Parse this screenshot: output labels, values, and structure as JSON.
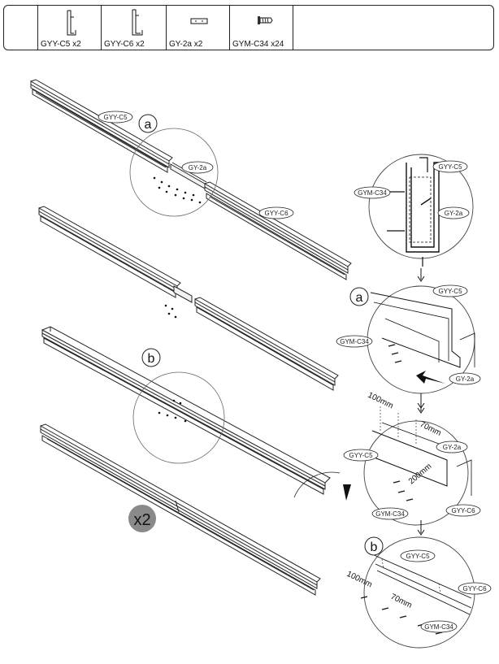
{
  "parts": [
    {
      "code": "GYY-C5  x2",
      "icon": "tall-bracket-icon"
    },
    {
      "code": "GYY-C6  x2",
      "icon": "tall-bracket-icon"
    },
    {
      "code": "GY-2a  x2",
      "icon": "connector-plate-icon"
    },
    {
      "code": "GYM-C34  x24",
      "icon": "screw-icon"
    }
  ],
  "labels": {
    "c5": "GYY-C5",
    "c6": "GYY-C6",
    "g2a": "GY-2a",
    "c34": "GYM-C34",
    "step_a": "a",
    "step_b": "b",
    "multiplier": "x2",
    "dim100": "100mm",
    "dim70": "70mm",
    "dim200": "200mm"
  }
}
